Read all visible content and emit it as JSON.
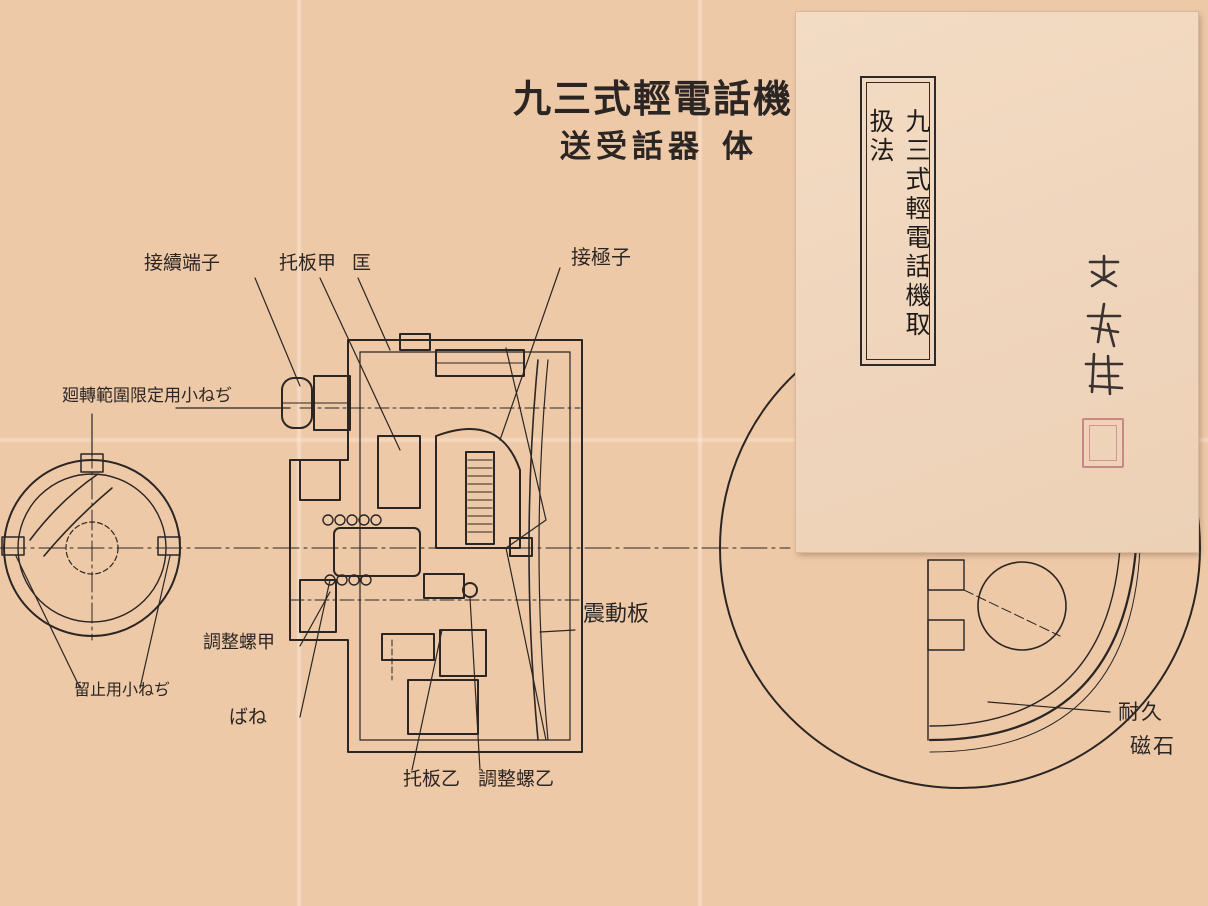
{
  "diagram": {
    "title": "九三式輕電話機",
    "subtitle_main": "送受話器",
    "subtitle_part": "体",
    "labels": {
      "connection_terminal": "接續端子",
      "support_plate_a": "托板甲",
      "case": "匡",
      "pole_piece": "接極子",
      "rotation_limit_screw": "廻轉範圍限定用小ねぢ",
      "adjust_screw_a": "調整螺甲",
      "diaphragm": "震動板",
      "spring": "ばね",
      "fixing_screw": "留止用小ねぢ",
      "support_plate_b": "托板乙",
      "adjust_screw_b": "調整螺乙",
      "magnet_line1": "耐久",
      "magnet_line2": "磁石"
    }
  },
  "booklet": {
    "title": "九三式輕電話機取扱法"
  },
  "colors": {
    "paper": "#eec9a8",
    "ink": "#2b2623",
    "stamp": "#c9878a"
  }
}
